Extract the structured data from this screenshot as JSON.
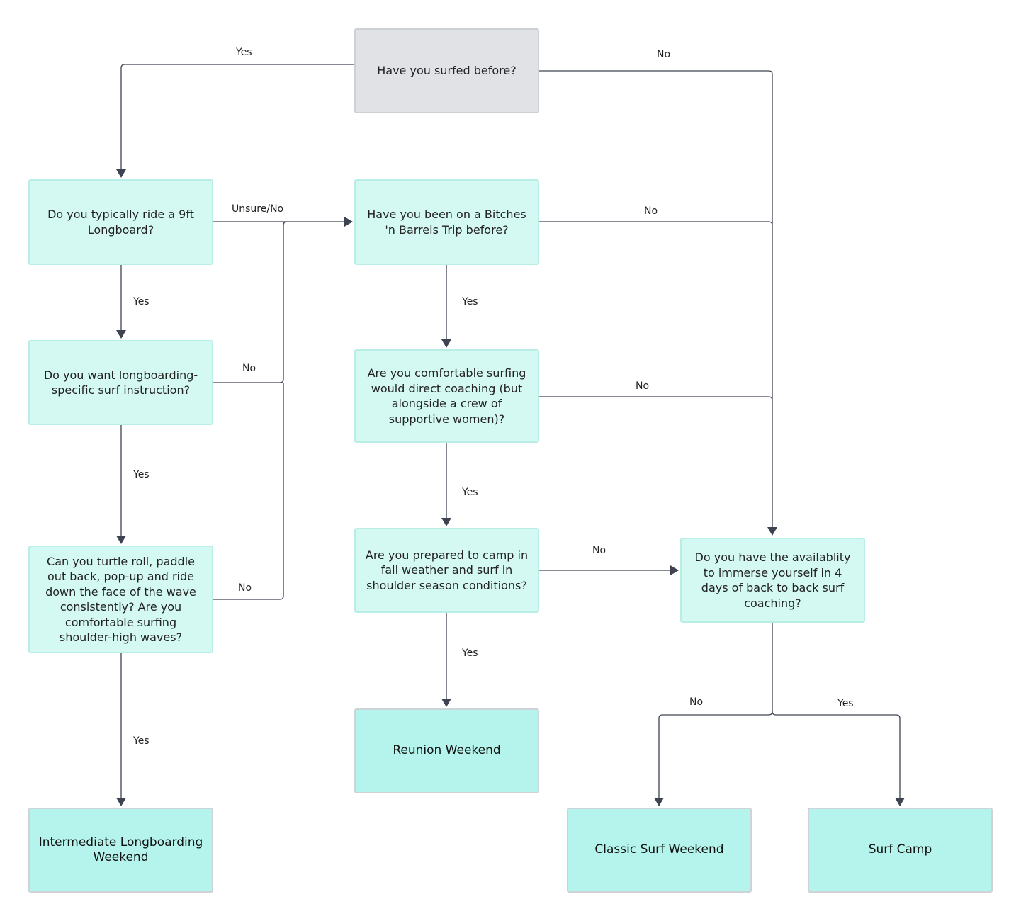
{
  "colors": {
    "question_fill": "#d4f8f2",
    "question_border": "#b8eee5",
    "start_fill": "#e0e2e6",
    "result_fill": "#b4f4ec",
    "connector": "#3d4350"
  },
  "nodes": {
    "start": "Have you surfed before?",
    "longboard_9ft": "Do you typically ride a 9ft Longboard?",
    "previous_trip": "Have you been on a Bitches 'n Barrels Trip before?",
    "longboard_instruction": "Do you want longboarding-specific surf instruction?",
    "indirect_coaching": "Are you comfortable surfing would direct coaching (but alongside a crew of supportive women)?",
    "skills_check": "Can you turtle roll, paddle out back, pop-up and ride down the face of the wave consistently? Are you comfortable surfing shoulder-high waves?",
    "fall_camping": "Are you prepared to camp in fall weather and surf in shoulder season conditions?",
    "availability": "Do you have the availablity to immerse yourself in 4 days of back to back surf coaching?",
    "intermediate_longboarding": "Intermediate Longboarding Weekend",
    "reunion_weekend": "Reunion Weekend",
    "classic_surf_weekend": "Classic Surf Weekend",
    "surf_camp": "Surf Camp"
  },
  "edges": {
    "start_yes": "Yes",
    "start_no": "No",
    "longboard_unsure": "Unsure/No",
    "longboard_yes": "Yes",
    "trip_no": "No",
    "trip_yes": "Yes",
    "instruction_no": "No",
    "instruction_yes": "Yes",
    "coaching_no": "No",
    "coaching_yes": "Yes",
    "skills_no": "No",
    "skills_yes": "Yes",
    "camp_no": "No",
    "camp_yes": "Yes",
    "availability_no": "No",
    "availability_yes": "Yes"
  }
}
